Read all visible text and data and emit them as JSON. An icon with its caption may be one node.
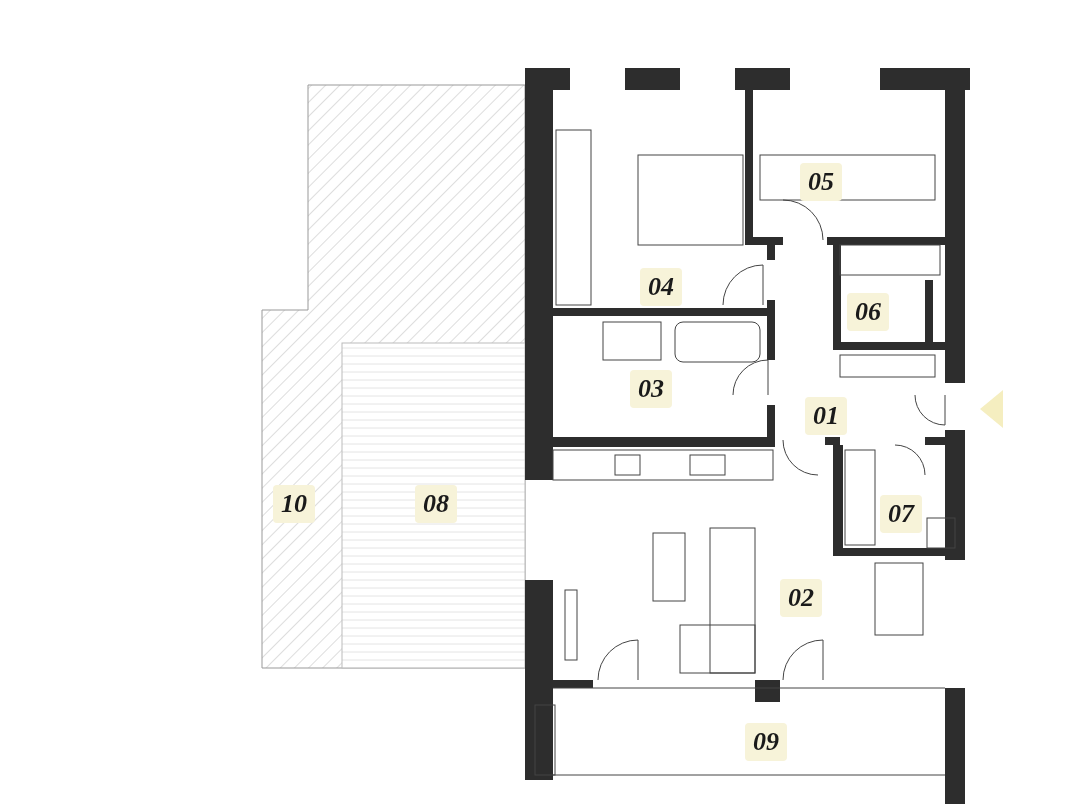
{
  "diagram": {
    "labels": [
      "05",
      "04",
      "06",
      "03",
      "01",
      "10",
      "08",
      "07",
      "02",
      "09"
    ]
  }
}
